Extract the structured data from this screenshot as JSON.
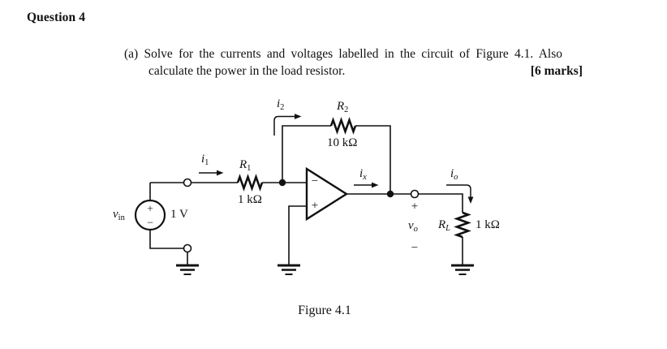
{
  "question": {
    "title": "Question 4",
    "part_label": "(a)",
    "line1": "Solve for the currents and voltages labelled in the circuit of Figure 4.1. Also",
    "line2": "calculate the power in the load resistor.",
    "marks": "[6 marks]"
  },
  "figure": {
    "caption": "Figure 4.1"
  },
  "circuit": {
    "ink_color": "#111111",
    "source": {
      "base": "v",
      "sub": "in",
      "value": "1 V"
    },
    "r1": {
      "base": "R",
      "sub": "1",
      "value": "1 kΩ"
    },
    "r2": {
      "base": "R",
      "sub": "2",
      "value": "10 kΩ"
    },
    "rl": {
      "base": "R",
      "sub": "L",
      "value": "1 kΩ"
    },
    "i1": {
      "base": "i",
      "sub": "1"
    },
    "i2": {
      "base": "i",
      "sub": "2"
    },
    "ix": {
      "base": "i",
      "sub": "x"
    },
    "io": {
      "base": "i",
      "sub": "o"
    },
    "vo": {
      "base": "v",
      "sub": "o"
    },
    "signs": {
      "plus": "+",
      "minus": "−"
    }
  }
}
